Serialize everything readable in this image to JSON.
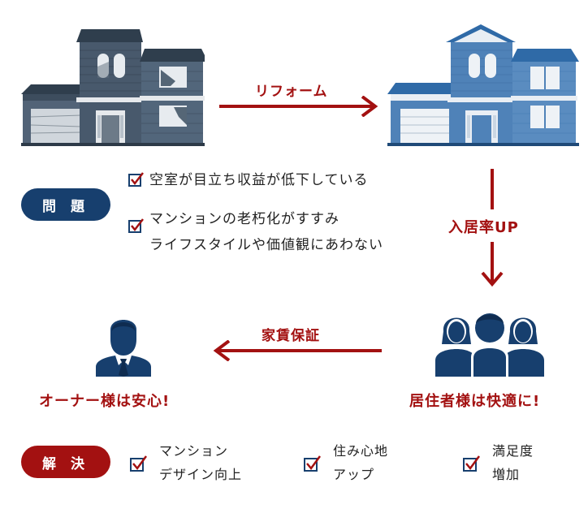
{
  "top": {
    "arrow_label": "リフォーム"
  },
  "problem": {
    "badge": "問 題",
    "items": [
      "空室が目立ち収益が低下している",
      "マンションの老朽化がすすみ",
      "ライフスタイルや価値観にあわない"
    ]
  },
  "vertical_arrow_label": "入居率UP",
  "middle": {
    "arrow_label": "家賃保証",
    "owner_caption": "オーナー様は安心!",
    "tenant_caption": "居住者様は快適に!"
  },
  "solution": {
    "badge": "解 決",
    "items": [
      {
        "line1": "マンション",
        "line2": "デザイン向上"
      },
      {
        "line1": "住み心地",
        "line2": "アップ"
      },
      {
        "line1": "満足度",
        "line2": "増加"
      }
    ]
  },
  "colors": {
    "accent_red": "#a31111",
    "navy": "#173f6e",
    "old_house": "#46586b",
    "new_house": "#4f82b8"
  }
}
